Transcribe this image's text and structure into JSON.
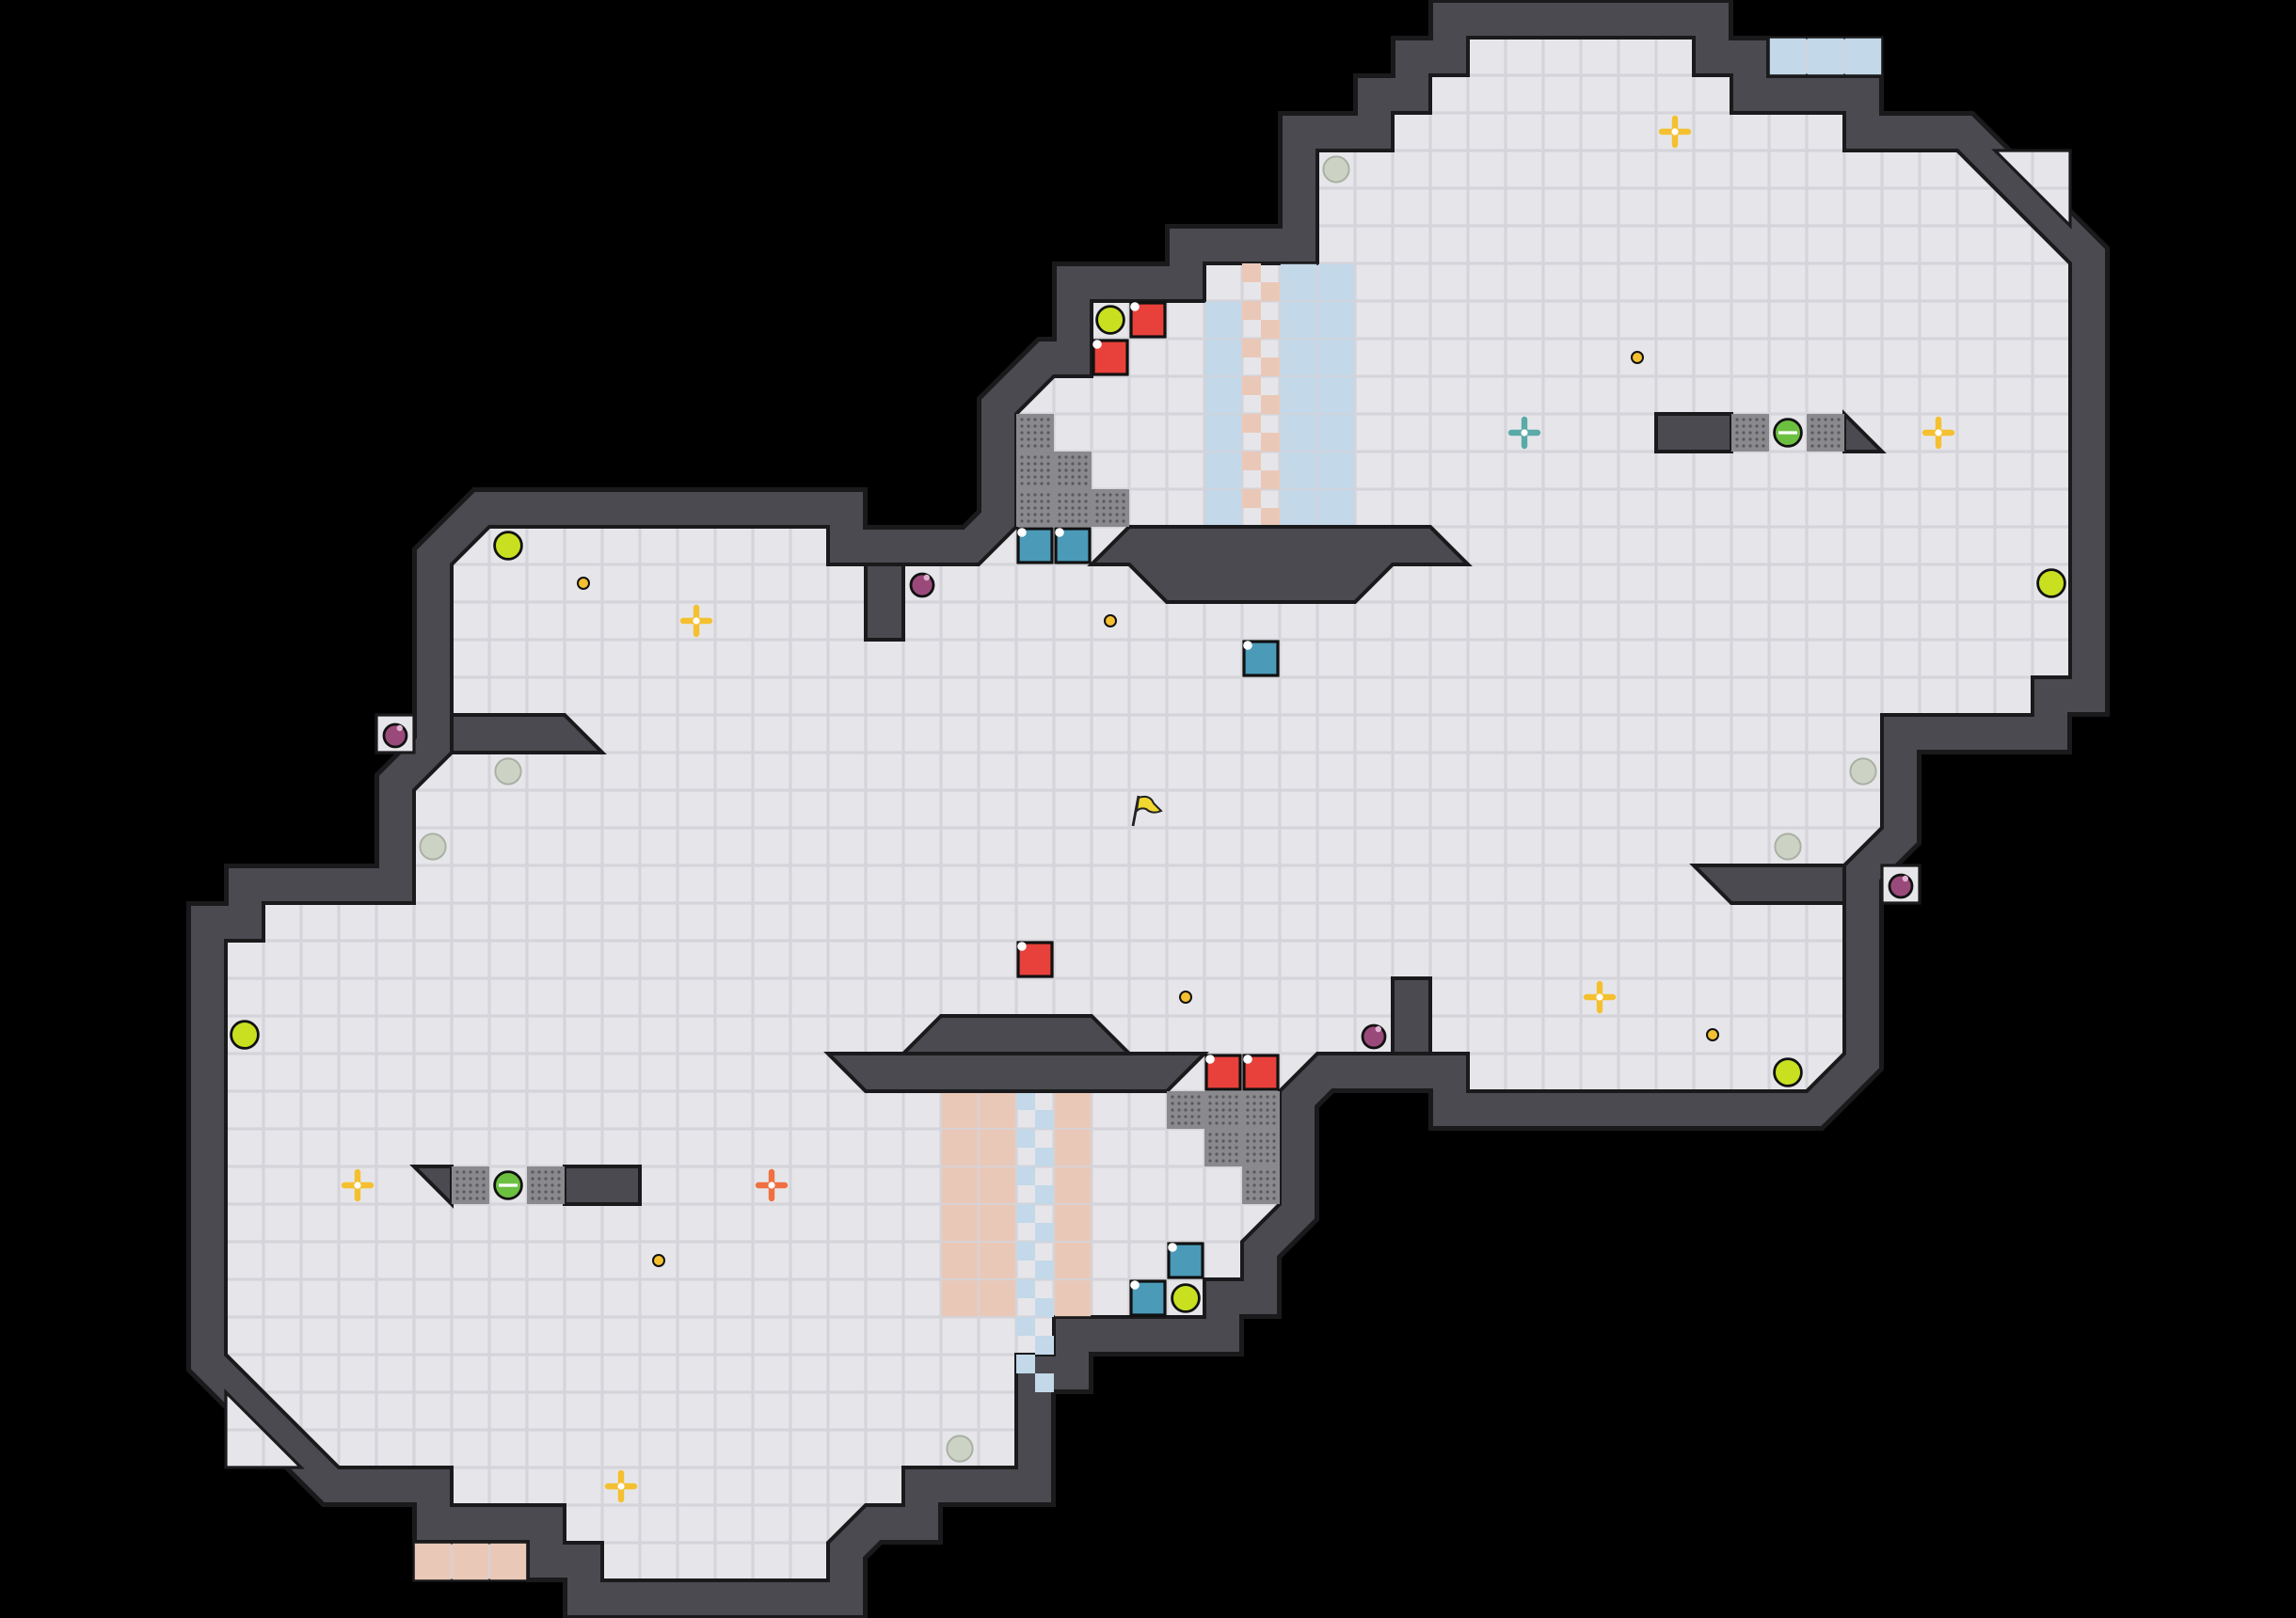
{
  "map": {
    "colors": {
      "background": "#000000",
      "wall": "#4a4a50",
      "wall_edge": "#1a1a1c",
      "floor": "#e6e6ea",
      "floor_line": "#d2d2d8",
      "blue_zone": "#c3d8e8",
      "red_zone": "#eac8b8",
      "powerup": "#c8e020",
      "boost": "#f5c030",
      "team_boost_blue": "#5aaaa8",
      "team_boost_red": "#f07040",
      "bomb": "#9a4a7a",
      "red_tile": "#e8403a",
      "blue_tile": "#4a9ab8",
      "grate": "#8a8a8e",
      "flag": "#f0d830"
    },
    "icons": [
      "flag-icon",
      "powerup-icon",
      "boost-icon",
      "bomb-icon",
      "portal-icon",
      "grate-tile",
      "red-tile",
      "blue-tile",
      "pellet-icon"
    ]
  }
}
